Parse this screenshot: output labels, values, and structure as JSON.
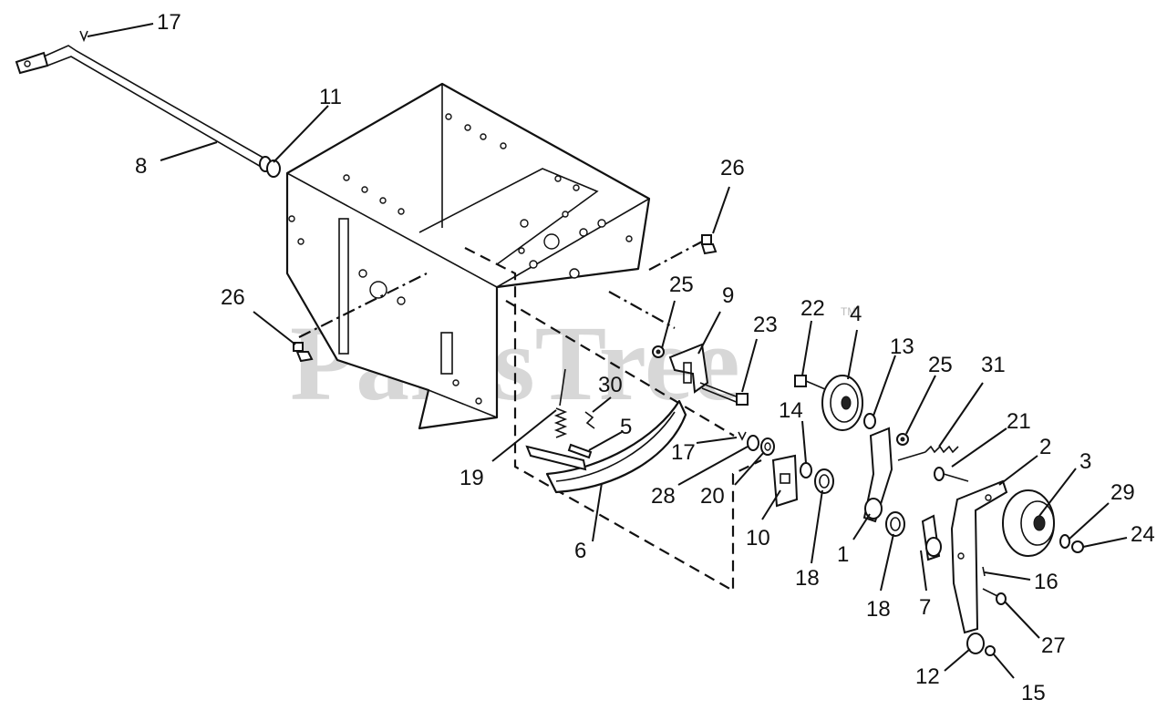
{
  "watermark": {
    "text": "PartsTree",
    "trademark": "TM"
  },
  "callouts": {
    "c1": "1",
    "c2": "2",
    "c3": "3",
    "c4": "4",
    "c5": "5",
    "c6": "6",
    "c7": "7",
    "c8": "8",
    "c9": "9",
    "c10": "10",
    "c11": "11",
    "c12": "12",
    "c13": "13",
    "c14": "14",
    "c15": "15",
    "c16": "16",
    "c17a": "17",
    "c17b": "17",
    "c18a": "18",
    "c18b": "18",
    "c19": "19",
    "c20": "20",
    "c21": "21",
    "c22": "22",
    "c23": "23",
    "c24": "24",
    "c25a": "25",
    "c25b": "25",
    "c26a": "26",
    "c26b": "26",
    "c27": "27",
    "c28": "28",
    "c29": "29",
    "c30": "30",
    "c31": "31"
  }
}
